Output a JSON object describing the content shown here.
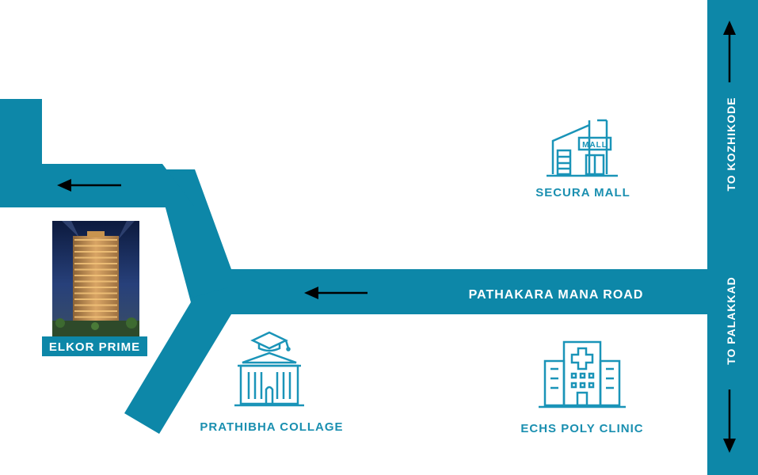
{
  "colors": {
    "road": "#0d87a8",
    "icon": "#1a94b8",
    "label": "#1a8fb0",
    "road_text": "#ffffff",
    "arrow": "#000000",
    "background": "#ffffff"
  },
  "roads": {
    "main_road_name": "PATHAKARA MANA ROAD",
    "north_direction": "TO KOZHIKODE",
    "south_direction": "TO PALAKKAD"
  },
  "landmarks": {
    "mall": {
      "name": "SECURA MALL",
      "sign": "MALL",
      "icon": "mall-building-icon"
    },
    "college": {
      "name": "PRATHIBHA COLLAGE",
      "icon": "college-building-icon"
    },
    "clinic": {
      "name": "ECHS POLY CLINIC",
      "icon": "hospital-building-icon"
    }
  },
  "destination": {
    "name": "ELKOR PRIME",
    "image": "apartment-tower-photo"
  }
}
